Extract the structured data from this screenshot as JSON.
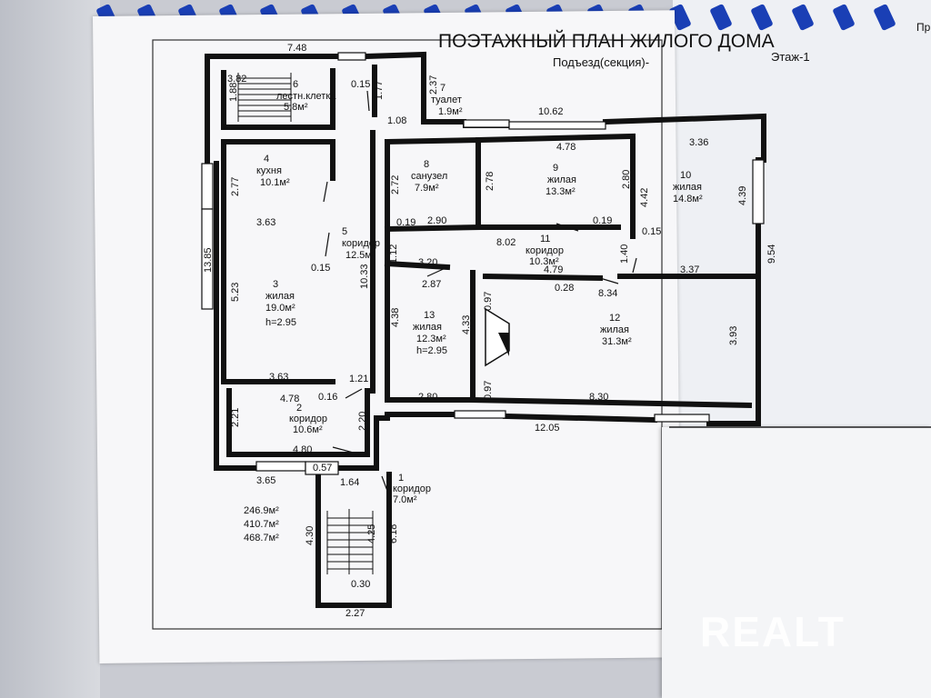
{
  "header": {
    "title": "ПОЭТАЖНЫЙ ПЛАН ЖИЛОГО ДОМА",
    "section": "Подъезд(секция)-",
    "floor": "Этаж-1",
    "corner": "Пр"
  },
  "rooms": [
    {
      "num": "1",
      "name": "коридор",
      "area": "7.0м²"
    },
    {
      "num": "2",
      "name": "коридор",
      "area": "10.6м²"
    },
    {
      "num": "3",
      "name": "жилая",
      "area": "19.0м²",
      "height": "h=2.95"
    },
    {
      "num": "4",
      "name": "кухня",
      "area": "10.1м²"
    },
    {
      "num": "5",
      "name": "коридор",
      "area": "12.5м²"
    },
    {
      "num": "6",
      "name": "лестн.клетка",
      "area": "5.8м²"
    },
    {
      "num": "7",
      "name": "туалет",
      "area": "1.9м²"
    },
    {
      "num": "8",
      "name": "санузел",
      "area": "7.9м²"
    },
    {
      "num": "9",
      "name": "жилая",
      "area": "13.3м²"
    },
    {
      "num": "10",
      "name": "жилая",
      "area": "14.8м²"
    },
    {
      "num": "11",
      "name": "коридор",
      "area": "10.3м²"
    },
    {
      "num": "12",
      "name": "жилая",
      "area": "31.3м²"
    },
    {
      "num": "13",
      "name": "жилая",
      "area": "12.3м²",
      "height": "h=2.95"
    }
  ],
  "dimensions": {
    "d748": "7.48",
    "d382": "3.82",
    "d188": "1.88",
    "d015a": "0.15",
    "d177": "1.77",
    "d237": "2.37",
    "d108": "1.08",
    "d1062": "10.62",
    "d478a": "4.78",
    "d336": "3.36",
    "d277": "2.77",
    "d272": "2.72",
    "d278": "2.78",
    "d280a": "2.80",
    "d442": "4.42",
    "d439": "4.39",
    "d954": "9.54",
    "d1385": "13.85",
    "d363a": "3.63",
    "d019a": "0.19",
    "d290": "2.90",
    "d019b": "0.19",
    "d015b": "0.15",
    "d802": "8.02",
    "d112": "1.12",
    "d140": "1.40",
    "d320": "3.20",
    "d479": "4.79",
    "d337": "3.37",
    "d015c": "0.15",
    "d1033": "10.33",
    "d523": "5.23",
    "d287": "2.87",
    "d028": "0.28",
    "d834": "8.34",
    "d097a": "0.97",
    "d438": "4.38",
    "d433": "4.33",
    "d393": "3.93",
    "d363b": "3.63",
    "d121": "1.21",
    "d478b": "4.78",
    "d016": "0.16",
    "d280b": "2.80",
    "d097b": "0.97",
    "d830": "8.30",
    "d221": "2.21",
    "d220": "2.20",
    "d1205": "12.05",
    "d480": "4.80",
    "d365": "3.65",
    "d057": "0.57",
    "d164": "1.64",
    "d430": "4.30",
    "d425": "4.25",
    "d618": "6.18",
    "d030": "0.30",
    "d227": "2.27"
  },
  "totals": [
    "246.9м²",
    "410.7м²",
    "468.7м²"
  ],
  "watermark": "REALT"
}
